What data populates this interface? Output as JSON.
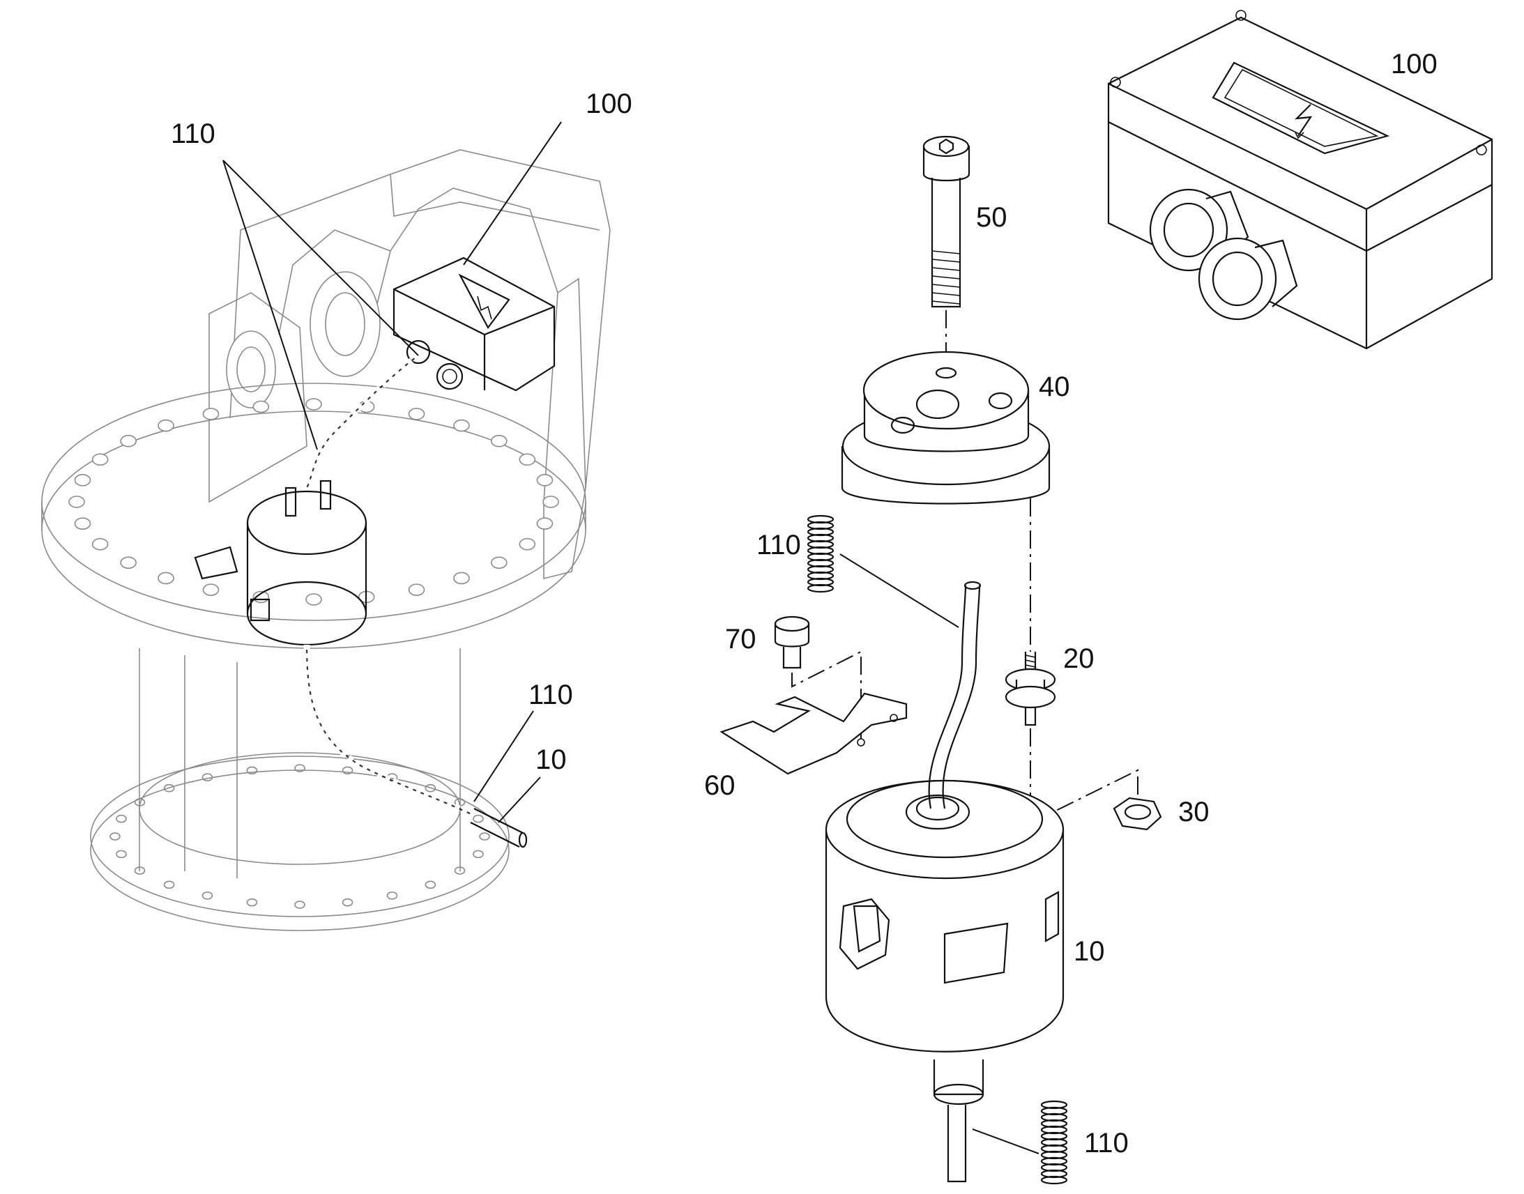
{
  "callouts": {
    "overview_110": "110",
    "overview_100": "100",
    "overview_110_lower": "110",
    "overview_10": "10",
    "part_100": "100",
    "part_50": "50",
    "part_40": "40",
    "part_110_spring_upper": "110",
    "part_70": "70",
    "part_20": "20",
    "part_60": "60",
    "part_30": "30",
    "part_10": "10",
    "part_110_spring_lower": "110"
  },
  "icons": {
    "warning_symbol": "high-voltage-warning-icon"
  },
  "colors": {
    "ink": "#111111",
    "ghost_ink": "#8a8a8a",
    "paper": "#ffffff"
  }
}
